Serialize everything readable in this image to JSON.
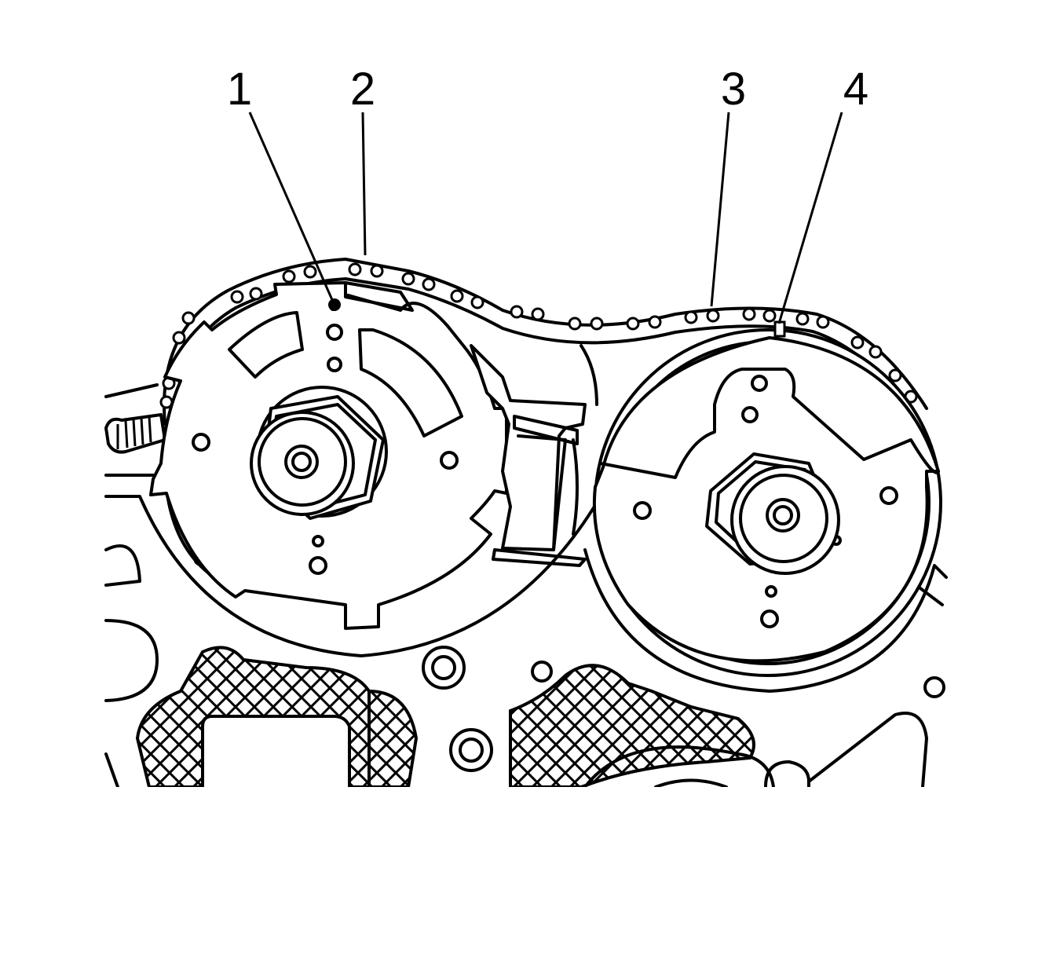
{
  "callouts": [
    {
      "label": "1"
    },
    {
      "label": "2"
    },
    {
      "label": "3"
    },
    {
      "label": "4"
    }
  ],
  "colors": {
    "line": "#000000",
    "background": "#ffffff"
  }
}
